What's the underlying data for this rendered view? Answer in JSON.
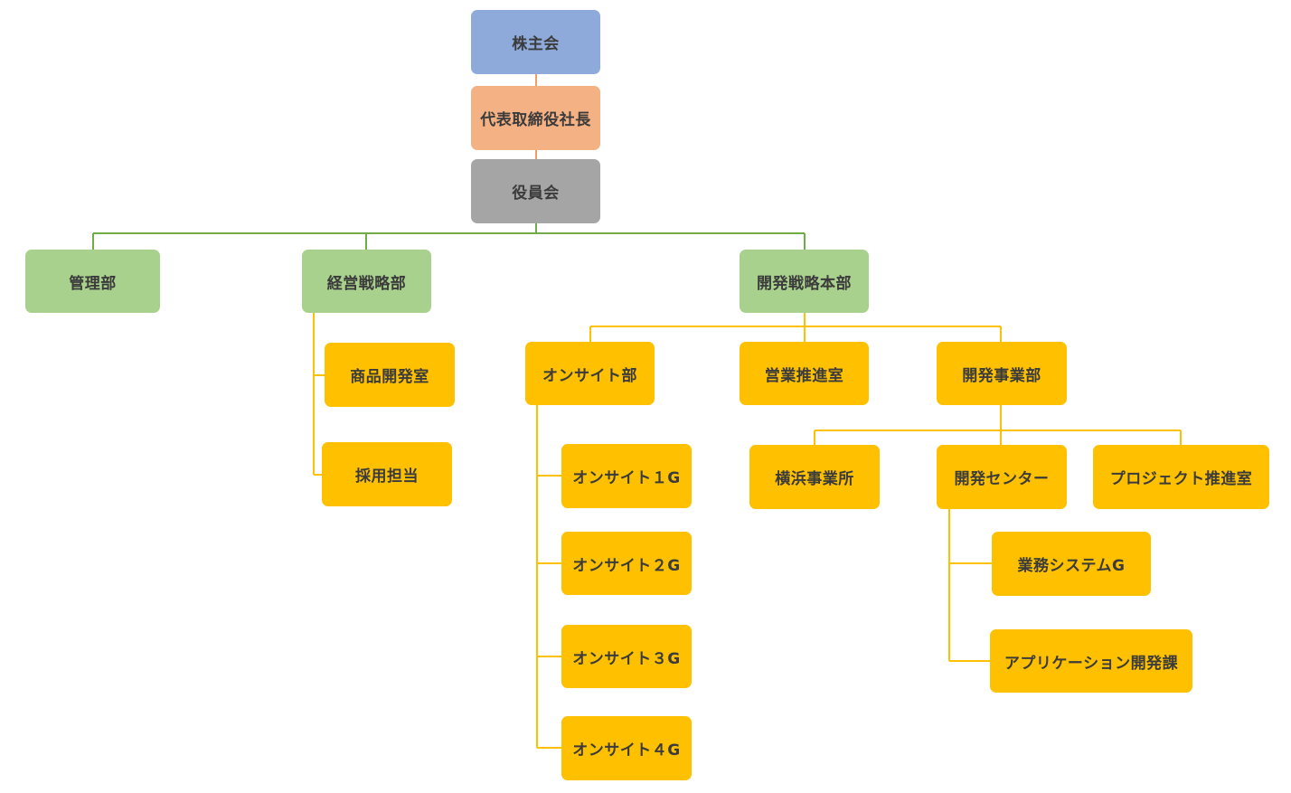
{
  "colors": {
    "shareholders": "#8eaadb",
    "president": "#f4b183",
    "board": "#a5a5a5",
    "department": "#a9d18e",
    "unit": "#ffc000",
    "line_top": "#ed7d31",
    "line_green": "#70ad47",
    "line_yellow": "#ffc000"
  },
  "nodes": {
    "shareholders_meeting": "株主会",
    "president_ceo": "代表取締役社長",
    "board_of_directors": "役員会",
    "admin_dept": "管理部",
    "mgmt_strategy_dept": "経営戦略部",
    "dev_strategy_hq": "開発戦略本部",
    "product_dev_office": "商品開発室",
    "recruiting": "採用担当",
    "onsite_dept": "オンサイト部",
    "sales_promo_office": "営業推進室",
    "dev_business_dept": "開発事業部",
    "onsite_1g": "オンサイト１G",
    "onsite_2g": "オンサイト２G",
    "onsite_3g": "オンサイト３G",
    "onsite_4g": "オンサイト４G",
    "yokohama_office": "横浜事業所",
    "dev_center": "開発センター",
    "project_promo_office": "プロジェクト推進室",
    "business_system_g": "業務システムG",
    "app_dev_section": "アプリケーション開発課"
  }
}
